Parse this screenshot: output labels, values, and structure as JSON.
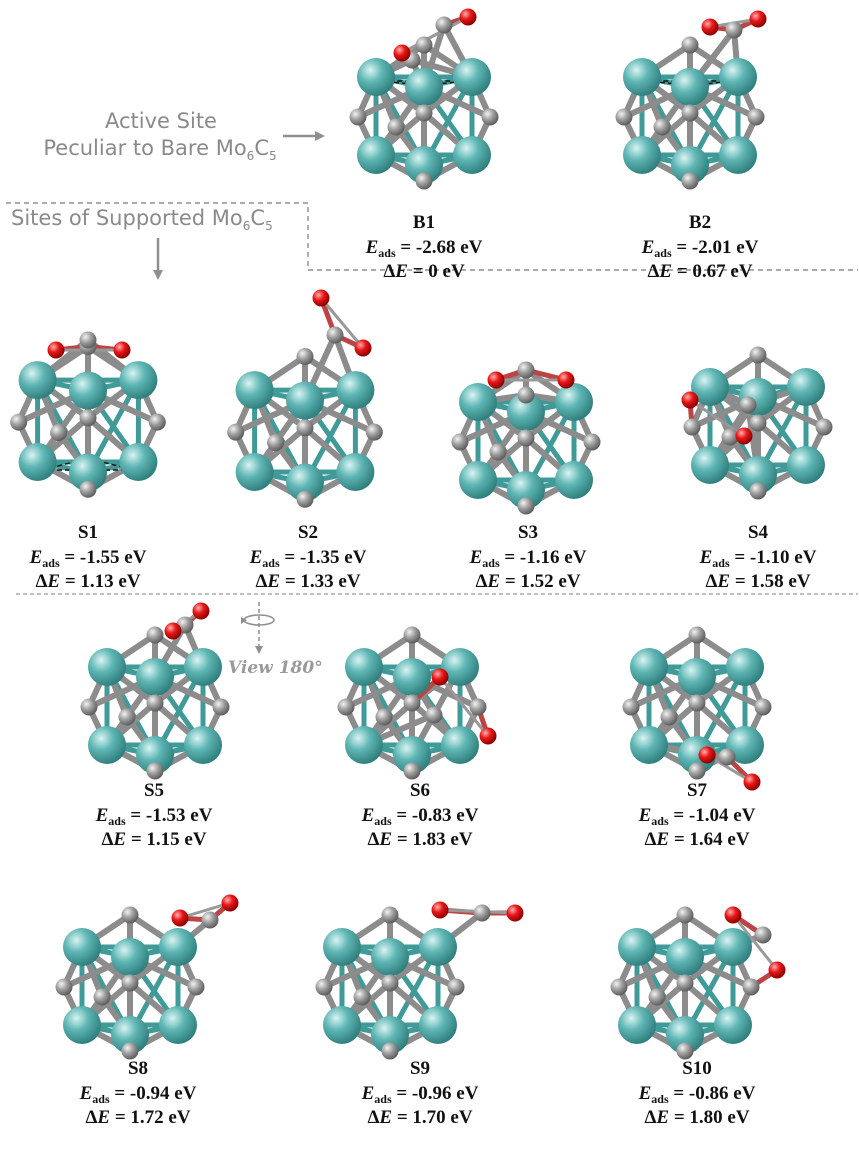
{
  "callouts": {
    "active_line1": "Active Site",
    "active_line2_prefix": "Peculiar to Bare Mo",
    "active_line2_sub1": "6",
    "active_line2_mid": "C",
    "active_line2_sub2": "5",
    "supported_prefix": "Sites of Supported Mo",
    "supported_sub1": "6",
    "supported_mid": "C",
    "supported_sub2": "5",
    "rotation_label": "View 180°"
  },
  "energy_labels": {
    "eads_symbol": "E",
    "eads_subscript": "ads",
    "delta_symbol": "ΔE",
    "unit": "eV"
  },
  "colors": {
    "molybdenum": "#5fb6b4",
    "carbon": "#9a9a9a",
    "oxygen": "#e81818",
    "bond_mo": "#3f9a98",
    "guide_line": "#8f8f8f"
  },
  "sites": [
    {
      "id": "B1",
      "eads": "-2.68",
      "delta_e": "0"
    },
    {
      "id": "B2",
      "eads": "-2.01",
      "delta_e": "0.67"
    },
    {
      "id": "S1",
      "eads": "-1.55",
      "delta_e": "1.13"
    },
    {
      "id": "S2",
      "eads": "-1.35",
      "delta_e": "1.33"
    },
    {
      "id": "S3",
      "eads": "-1.16",
      "delta_e": "1.52"
    },
    {
      "id": "S4",
      "eads": "-1.10",
      "delta_e": "1.58"
    },
    {
      "id": "S5",
      "eads": "-1.53",
      "delta_e": "1.15"
    },
    {
      "id": "S6",
      "eads": "-0.83",
      "delta_e": "1.83"
    },
    {
      "id": "S7",
      "eads": "-1.04",
      "delta_e": "1.64"
    },
    {
      "id": "S8",
      "eads": "-0.94",
      "delta_e": "1.72"
    },
    {
      "id": "S9",
      "eads": "-0.96",
      "delta_e": "1.70"
    },
    {
      "id": "S10",
      "eads": "-0.86",
      "delta_e": "1.80"
    }
  ]
}
